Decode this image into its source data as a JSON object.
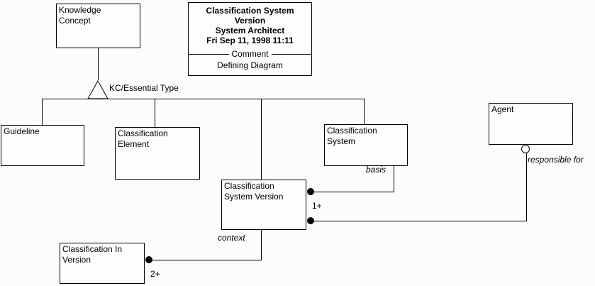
{
  "colors": {
    "background": "#fcfcfc",
    "box_fill": "#fdfdfd",
    "line": "#000000",
    "text": "#000000"
  },
  "title_box": {
    "title": "Classification System\nVersion",
    "tool": "System Architect",
    "timestamp": "Fri Sep 11, 1998  11:11",
    "separator_label": "Comment",
    "subtitle": "Defining Diagram"
  },
  "boxes": {
    "knowledge_concept": "Knowledge\nConcept",
    "guideline": "Guideline",
    "classification_element": "Classification\nElement",
    "classification_system": "Classification\nSystem",
    "agent": "Agent",
    "classification_system_version": "Classification\nSystem Version",
    "classification_in_version": "Classification In\nVersion"
  },
  "labels": {
    "generalization": "KC/Essential Type",
    "basis": "basis",
    "context": "context",
    "responsible_for": "responsible for",
    "multiplicity_one_plus": "1+",
    "multiplicity_two_plus": "2+"
  }
}
